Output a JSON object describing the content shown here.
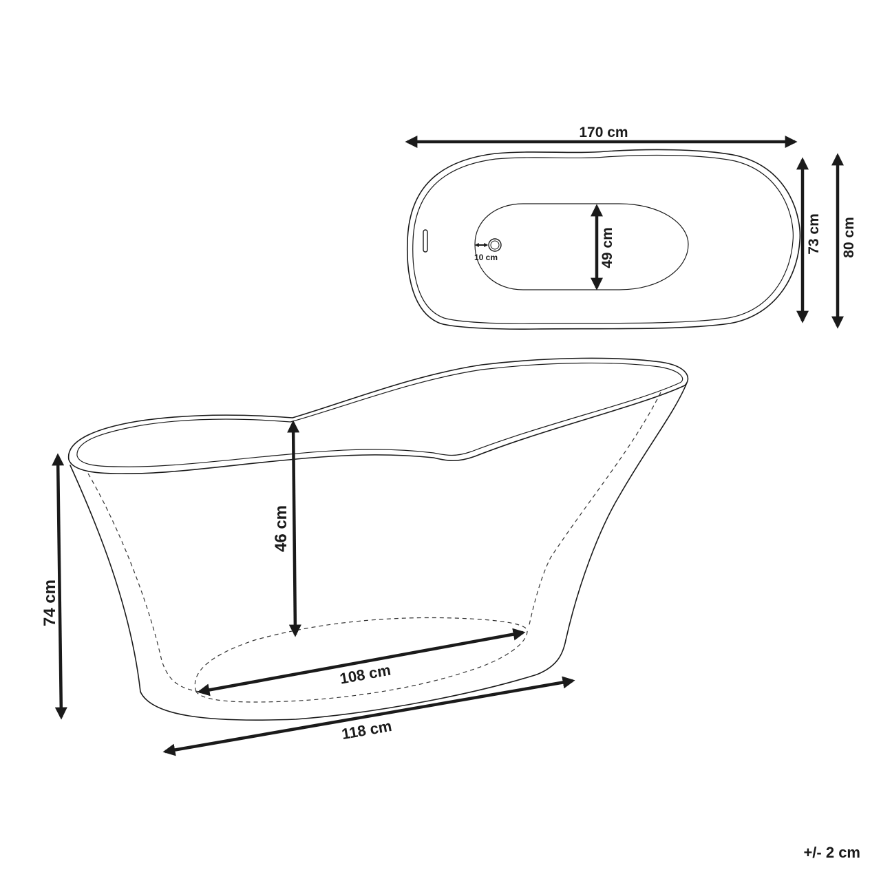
{
  "drawing": {
    "subject": "freestanding bathtub dimension diagram",
    "line_color": "#1a1a1a",
    "background": "#ffffff"
  },
  "top_view": {
    "overall_length": "170 cm",
    "inner_width": "73 cm",
    "overall_width": "80 cm",
    "basin_width": "49 cm",
    "drain_offset": "10 cm"
  },
  "side_view": {
    "overall_height": "74 cm",
    "inner_depth": "46 cm",
    "basin_floor_length": "108 cm",
    "base_length": "118 cm"
  },
  "footer": {
    "tolerance": "+/- 2 cm"
  }
}
